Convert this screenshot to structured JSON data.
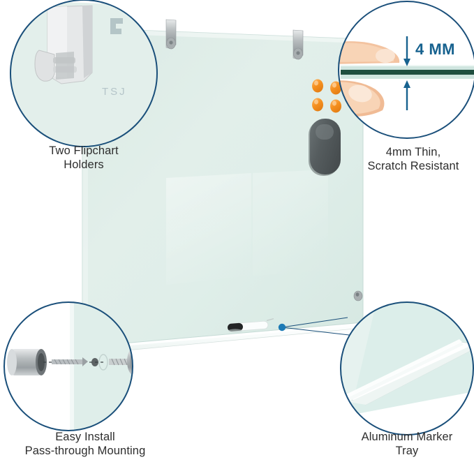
{
  "product": {
    "name": "Glass Dry Erase Whiteboard",
    "watermark": "TSJ",
    "glass_tint": "#dcebe7",
    "glass_edge": "#cde0db"
  },
  "theme": {
    "circle_stroke": "#1a4f7a",
    "caption_color": "#2e2e2e",
    "accent_blue": "#17628f",
    "connector_dot": "#1c7ab5",
    "magnet_orange": "#f28b2a",
    "eraser_gray": "#555c5e",
    "metal_gray": "#b4b9bb"
  },
  "callouts": [
    {
      "id": "flipchart-holders",
      "label": "Two Flipchart\nHolders",
      "position": "top-left",
      "icon": "flipchart-holder-clip"
    },
    {
      "id": "thin-scratch-resistant",
      "label": "4mm Thin,\nScratch Resistant",
      "position": "top-right",
      "icon": "finger-pinching-glass-edge",
      "measurement": "4 MM"
    },
    {
      "id": "pass-through-mounting",
      "label": "Easy Install\nPass-through Mounting",
      "position": "bottom-left",
      "icon": "standoff-screw-hardware"
    },
    {
      "id": "aluminum-marker-tray",
      "label": "Aluminum Marker\nTray",
      "position": "bottom-right",
      "icon": "aluminum-tray"
    }
  ],
  "board_accessories": {
    "magnets": {
      "count": 4,
      "color": "#f28b2a",
      "layout": "2x2"
    },
    "eraser": {
      "color": "#555c5e",
      "shape": "rounded-rectangle"
    },
    "marker": {
      "body": "#ffffff",
      "cap": "#222222"
    },
    "clips": {
      "count": 2,
      "color": "#b4b9bb"
    },
    "standoffs": {
      "count": 1,
      "color": "#9aa0a3"
    }
  }
}
